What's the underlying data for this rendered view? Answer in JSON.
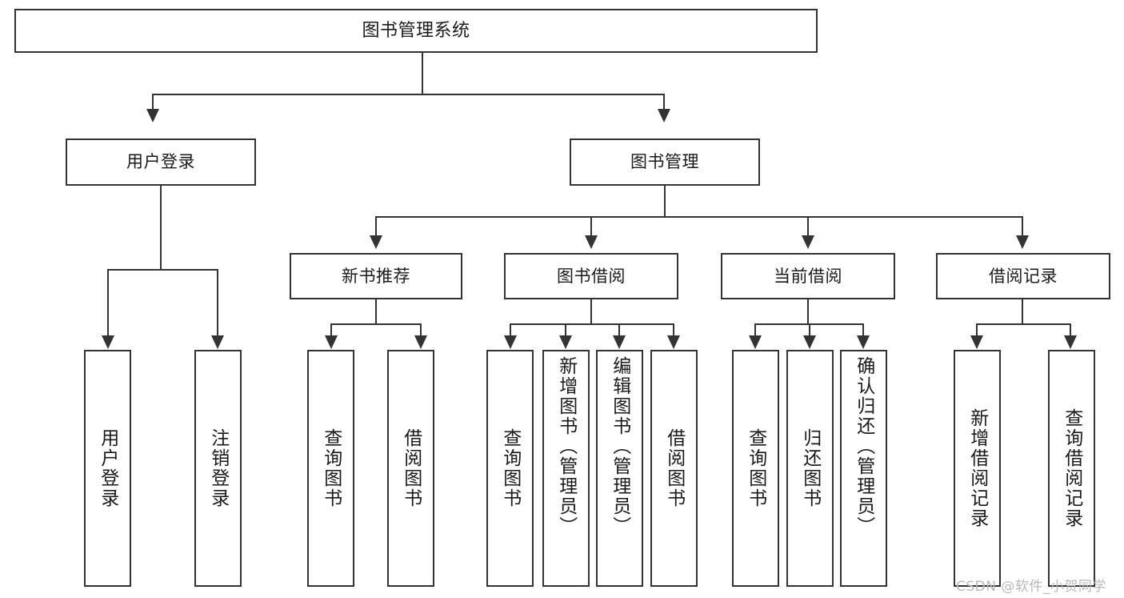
{
  "diagram": {
    "title": "图书管理系统",
    "type": "tree",
    "watermark": "CSDN @软件_小贺同学",
    "colors": {
      "line": "#333333",
      "box_fill": "#ffffff",
      "text": "#1a1a1a",
      "watermark": "#b9b9b9"
    },
    "levels": {
      "root": {
        "label": "图书管理系统"
      },
      "level2": [
        {
          "label": "用户登录"
        },
        {
          "label": "图书管理"
        }
      ],
      "level3": [
        {
          "label": "新书推荐"
        },
        {
          "label": "图书借阅"
        },
        {
          "label": "当前借阅"
        },
        {
          "label": "借阅记录"
        }
      ],
      "leaves": {
        "user_login": [
          {
            "label": "用户登录"
          },
          {
            "label": "注销登录"
          }
        ],
        "new_book_recommend": [
          {
            "label": "查询图书"
          },
          {
            "label": "借阅图书"
          }
        ],
        "book_borrow": [
          {
            "label": "查询图书"
          },
          {
            "label": "新增图书（管理员）"
          },
          {
            "label": "编辑图书（管理员）"
          },
          {
            "label": "借阅图书"
          }
        ],
        "current_borrow": [
          {
            "label": "查询图书"
          },
          {
            "label": "归还图书"
          },
          {
            "label": "确认归还（管理员）"
          }
        ],
        "borrow_record": [
          {
            "label": "新增借阅记录"
          },
          {
            "label": "查询借阅记录"
          }
        ]
      }
    }
  }
}
